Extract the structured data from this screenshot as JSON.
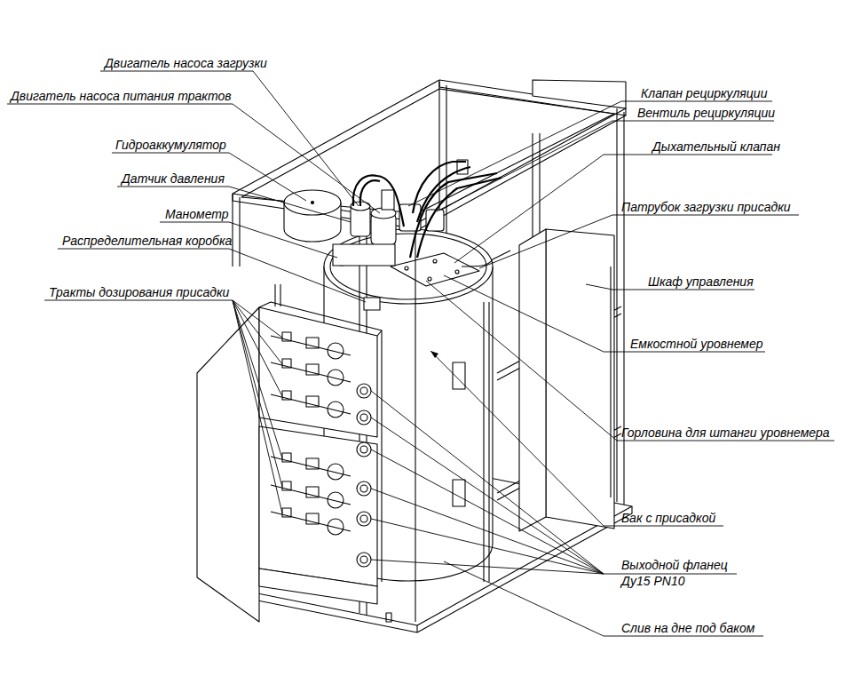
{
  "diagram": {
    "labels": [
      "Двигатель насоса загрузки",
      "Двигатель насоса питания трактов",
      "Гидроаккумулятор",
      "Датчик давления",
      "Манометр",
      "Распределительная коробка",
      "Тракты дозирования присадки",
      "Клапан рециркуляции",
      "Вентиль рециркуляции",
      "Дыхательный клапан",
      "Патрубок загрузки присадки",
      "Шкаф управления",
      "Емкостной уровнемер",
      "Горловина для штанги уровнемера",
      "Бак с присадкой",
      "Выходной фланец Ду15 PN10",
      "Слив на дне под баком"
    ]
  }
}
